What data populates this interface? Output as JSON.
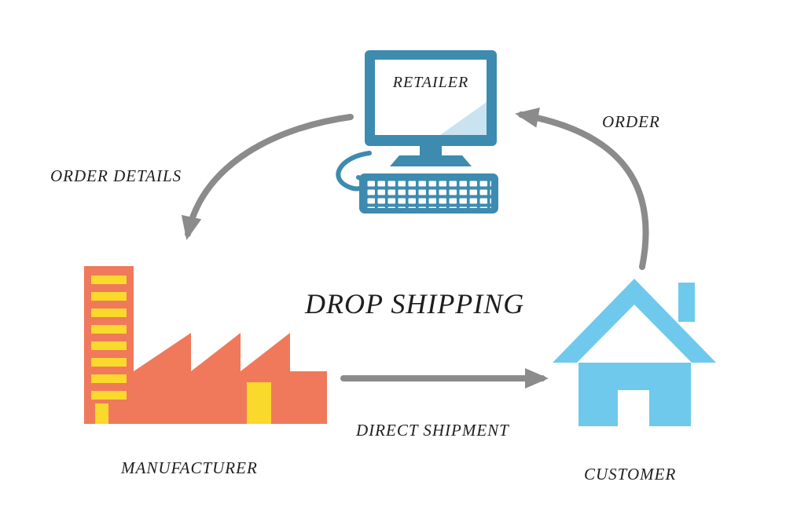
{
  "diagram": {
    "title": "DROP SHIPPING",
    "nodes": {
      "retailer": "RETAILER",
      "manufacturer": "MANUFACTURER",
      "customer": "CUSTOMER"
    },
    "arrows": {
      "order": "ORDER",
      "order_details": "ORDER DETAILS",
      "direct_shipment": "DIRECT SHIPMENT"
    },
    "colors": {
      "computer_blue": "#3E8BB0",
      "screen_white": "#FFFFFF",
      "screen_reflection": "#C9E4F0",
      "factory_salmon": "#F1795B",
      "window_yellow": "#F8D92C",
      "house_blue": "#6EC9ED",
      "arrow_gray": "#8B8B8B",
      "text_dark": "#1E1E1E"
    }
  }
}
